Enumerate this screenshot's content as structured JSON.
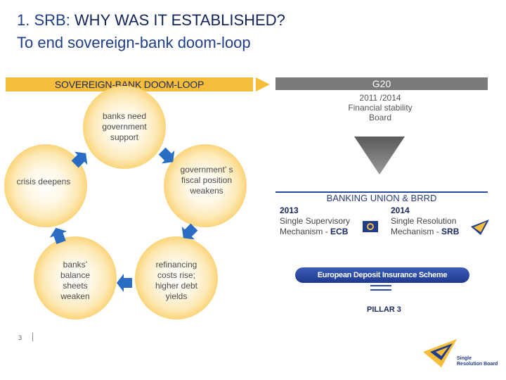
{
  "title": {
    "prefix": "1. SRB: ",
    "emphasis": "WHY WAS IT ESTABLISHED?",
    "subtitle": "To end sovereign-bank doom-loop"
  },
  "left_panel": {
    "header": "SOVEREIGN-BANK DOOM-LOOP",
    "cycle": [
      {
        "text": "banks need government support"
      },
      {
        "text": "government’ s fiscal position weakens"
      },
      {
        "text": "refinancing costs rise; higher debt yields"
      },
      {
        "text": "banks’ balance sheets weaken"
      },
      {
        "text": "crisis deepens"
      }
    ]
  },
  "right_panel": {
    "g20_label": "G20",
    "fsb_line1": "2011 /2014",
    "fsb_line2": "Financial stability",
    "fsb_line3": "Board",
    "banking_union_label": "BANKING UNION & BRRD",
    "ssm": {
      "year": "2013",
      "line1": "Single Supervisory",
      "line2": "Mechanism - ",
      "acronym": "ECB"
    },
    "srm": {
      "year": "2014",
      "line1": "Single Resolution",
      "line2": "Mechanism - ",
      "acronym": "SRB"
    },
    "edis_label": "European Deposit Insurance Scheme",
    "pillar_label": "PILLAR 3"
  },
  "footer": {
    "page_number": "3",
    "logo_line1": "Single",
    "logo_line2": "Resolution Board"
  },
  "colors": {
    "yellow": "#f6bd3b",
    "blue_dark": "#1f3d8a",
    "gray_bar": "#7a7a7a",
    "arrow_blue": "#2a6bc4"
  }
}
